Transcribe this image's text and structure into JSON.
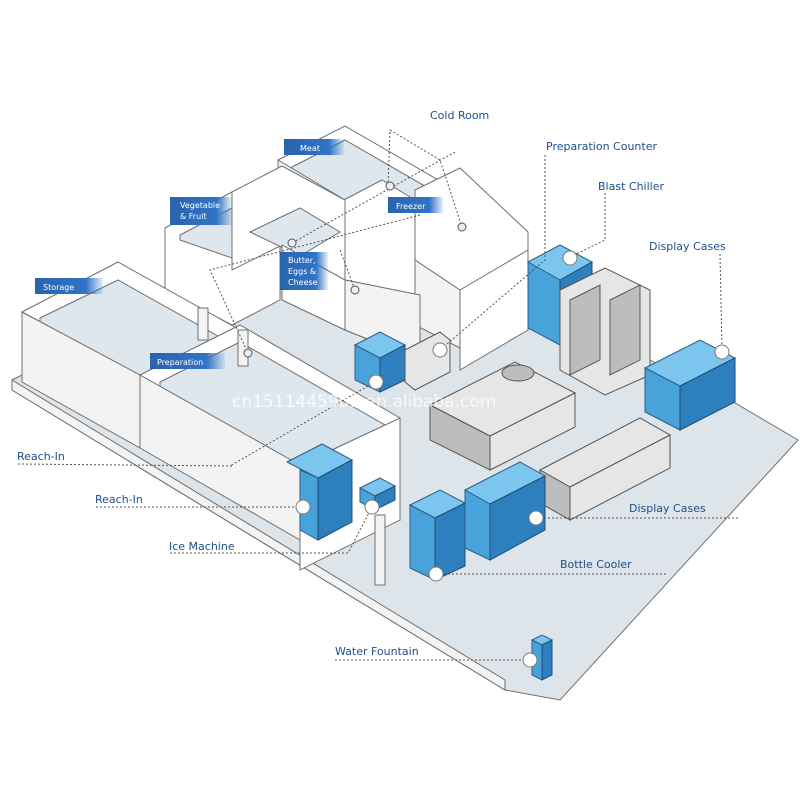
{
  "labels": {
    "cold_room": "Cold Room",
    "preparation_counter": "Preparation Counter",
    "blast_chiller": "Blast Chiller",
    "display_cases_top": "Display Cases",
    "display_cases_mid": "Display Cases",
    "bottle_cooler": "Bottle Cooler",
    "water_fountain": "Water Fountain",
    "reach_in_1": "Reach-In",
    "reach_in_2": "Reach-In",
    "ice_machine": "Ice Machine"
  },
  "room_tags": {
    "meat": "Meat",
    "vegetable_line1": "Vegetable",
    "vegetable_line2": "& Fruit",
    "freezer": "Freezer",
    "butter_line1": "Butter,",
    "butter_line2": "Eggs &",
    "butter_line3": "Cheese",
    "storage": "Storage",
    "preparation": "Preparation"
  },
  "watermark": "cn1511445909.en.alibaba.com",
  "colors": {
    "label_text": "#1f4e8a",
    "tag_fill": "#2a66b3",
    "equipment_blue": "#49a3db",
    "floor": "#dde4ea"
  }
}
